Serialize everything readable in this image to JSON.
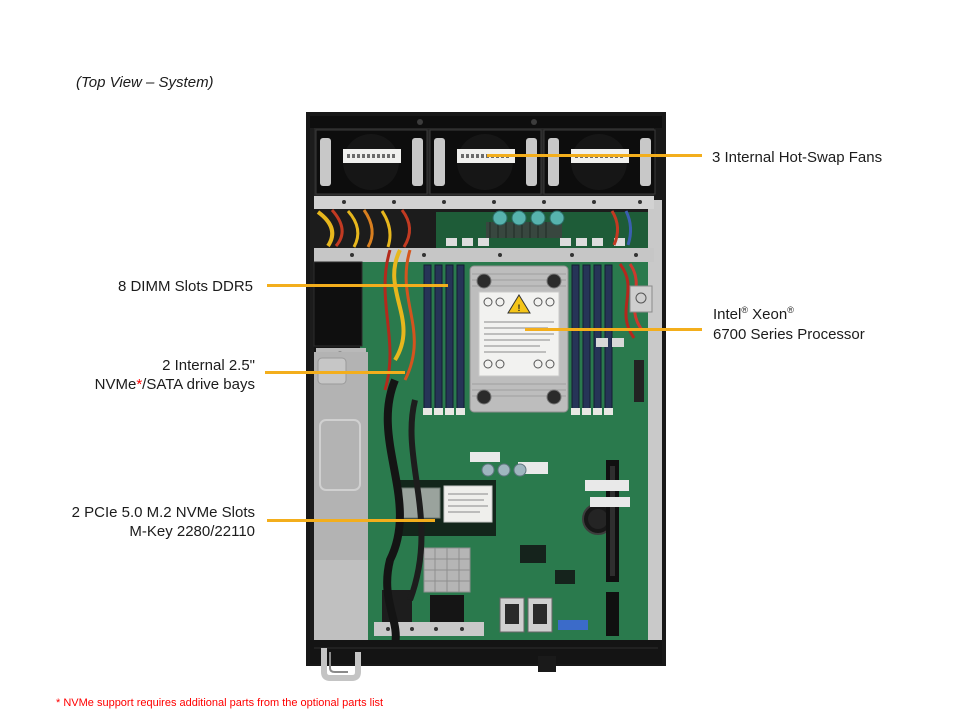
{
  "title": "(Top View – System)",
  "callouts": {
    "fans": {
      "label": "3 Internal Hot-Swap Fans"
    },
    "processor": {
      "brand": "Intel",
      "reg1": "®",
      "model": " Xeon",
      "reg2": "®",
      "line2": "6700 Series Processor"
    },
    "dimm": {
      "label": "8 DIMM Slots DDR5"
    },
    "drive_bays": {
      "line1": "2 Internal 2.5\"",
      "line2_prefix": "NVMe",
      "marker": "*",
      "line2_suffix": "/SATA drive bays"
    },
    "m2": {
      "line1": "2 PCIe 5.0 M.2 NVMe Slots",
      "line2": "M-Key 2280/22110"
    }
  },
  "footnote": "* NVMe support requires additional parts from the optional parts list",
  "illustration": {
    "warning_mark": "!"
  },
  "colors": {
    "callout_line": "#F3AE1C",
    "footnote_red": "#FF0000",
    "asterisk_red": "#FF0000",
    "pcb_green": "#2A7A4D",
    "dimm_slot_navy": "#263457",
    "heatsink_silver": "#BDBDBD",
    "chassis_dark": "#1A1A1A",
    "label_text": "#1C1C1C"
  }
}
